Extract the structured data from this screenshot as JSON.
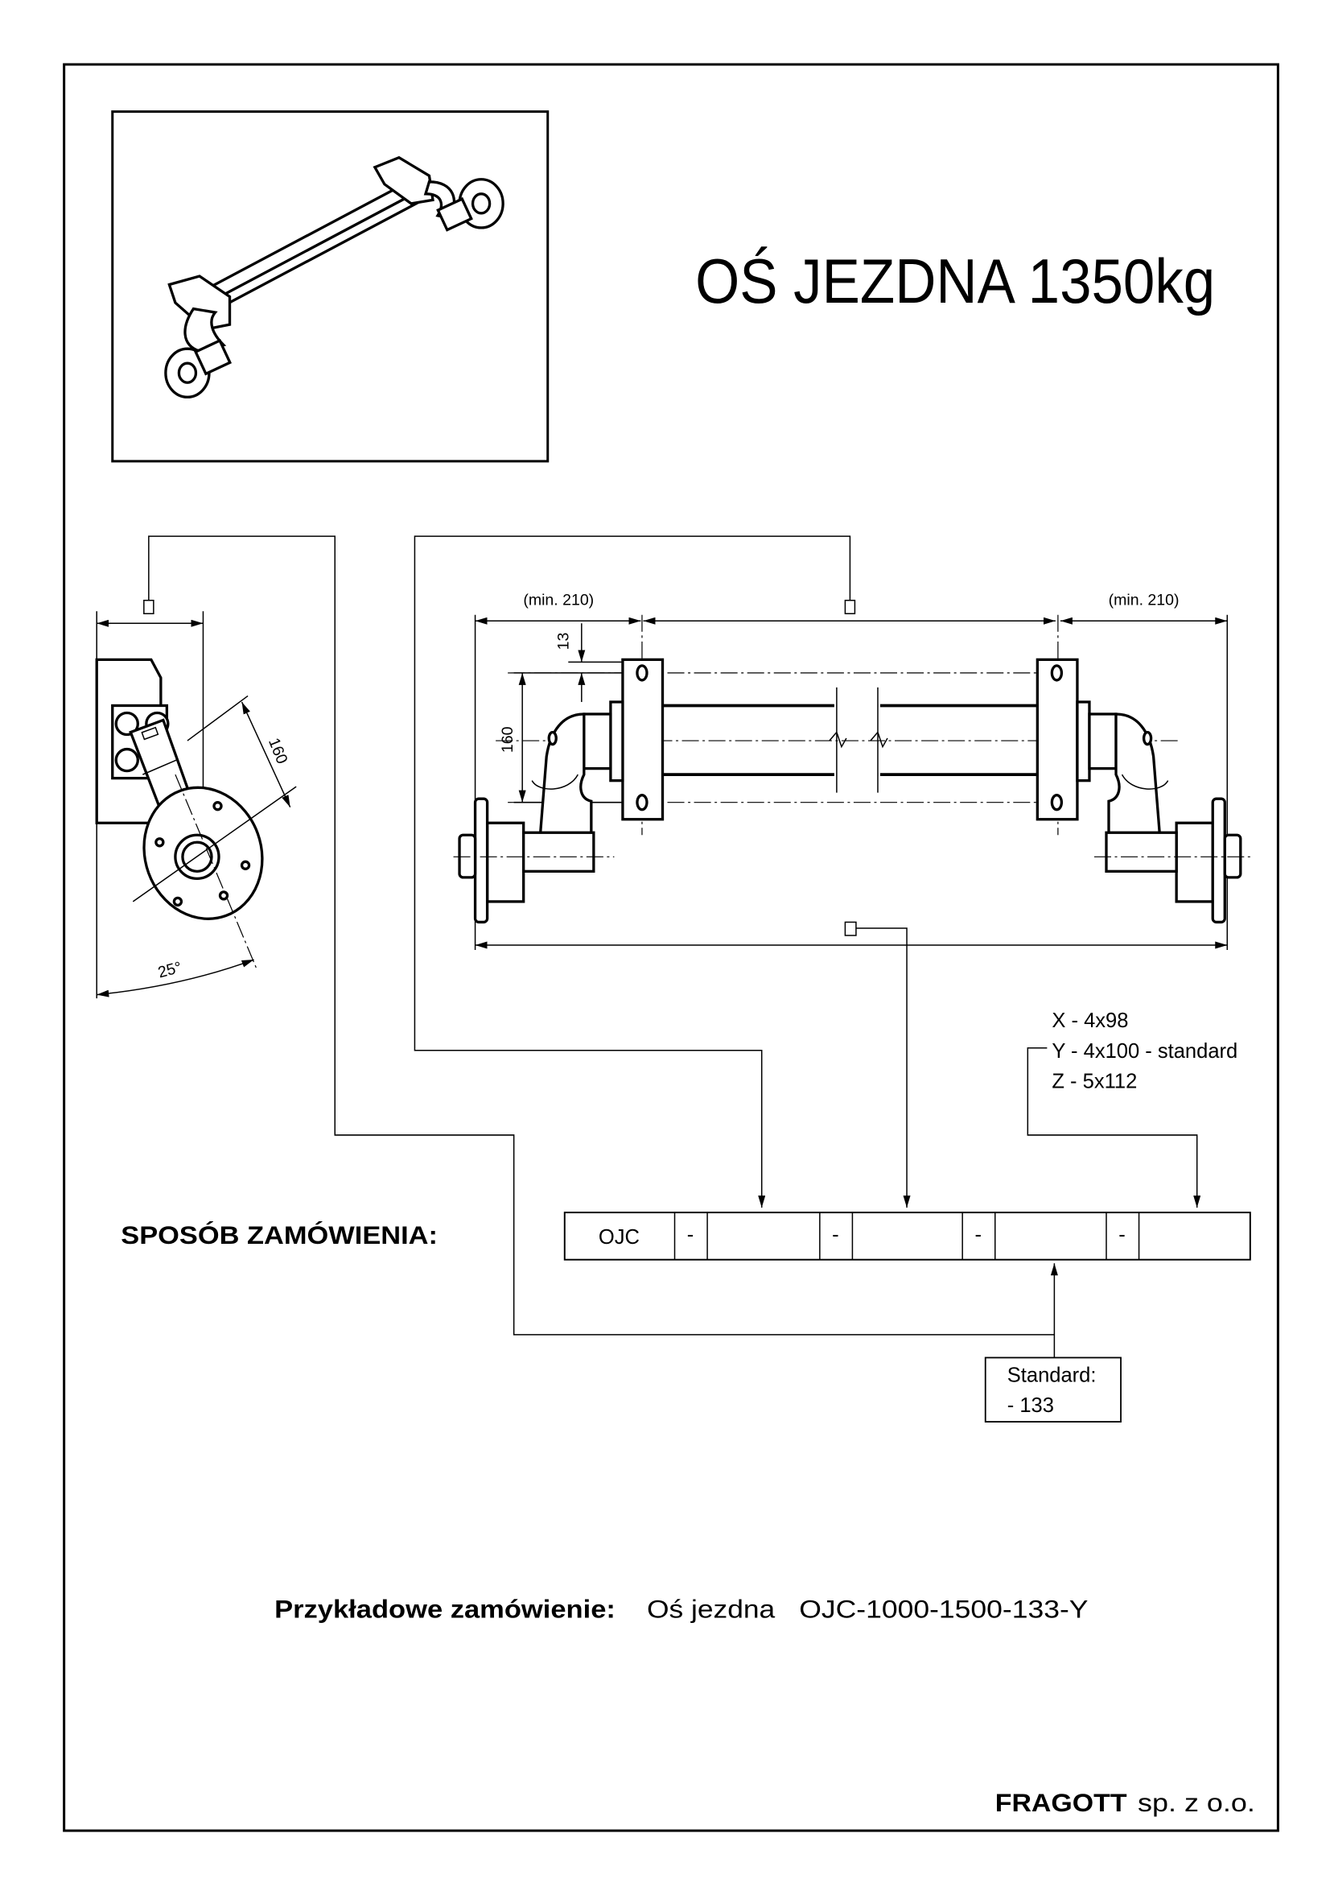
{
  "title": "OŚ JEZDNA 1350kg",
  "dimensions": {
    "min_left": "(min. 210)",
    "min_right": "(min. 210)",
    "hole_offset": "13",
    "hole_spacing": "160",
    "side_offset": "160",
    "angle": "25°"
  },
  "bolt_patterns": [
    "X - 4x98",
    "Y - 4x100 - standard",
    "Z - 5x112"
  ],
  "order": {
    "heading": "SPOSÓB ZAMÓWIENIA:",
    "cells": [
      "OJC",
      "-",
      "",
      "-",
      "",
      "-",
      "",
      "-",
      ""
    ]
  },
  "standard_box": {
    "line1": "Standard:",
    "line2": "- 133"
  },
  "example": {
    "label": "Przykładowe zamówienie:",
    "name": "Oś jezdna",
    "code": "OJC-1000-1500-133-Y"
  },
  "company": {
    "name": "FRAGOTT",
    "suffix": "sp. z o.o."
  }
}
